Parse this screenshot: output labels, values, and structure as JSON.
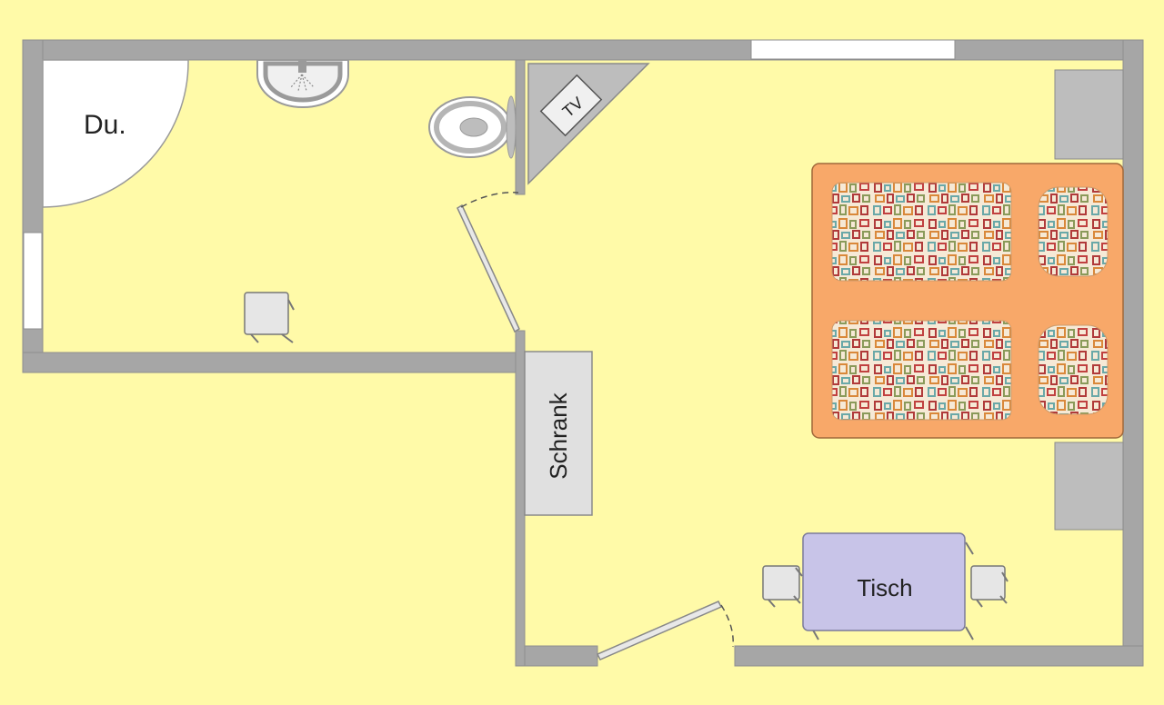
{
  "labels": {
    "shower": "Du.",
    "tv": "TV",
    "wardrobe": "Schrank",
    "table": "Tisch"
  },
  "colors": {
    "background": "#fffaa8",
    "wall": "#a6a6a6",
    "furniture_grey": "#bdbdbd",
    "bed_frame": "#f8a869",
    "table": "#c8c4e8",
    "window": "#ffffff"
  }
}
